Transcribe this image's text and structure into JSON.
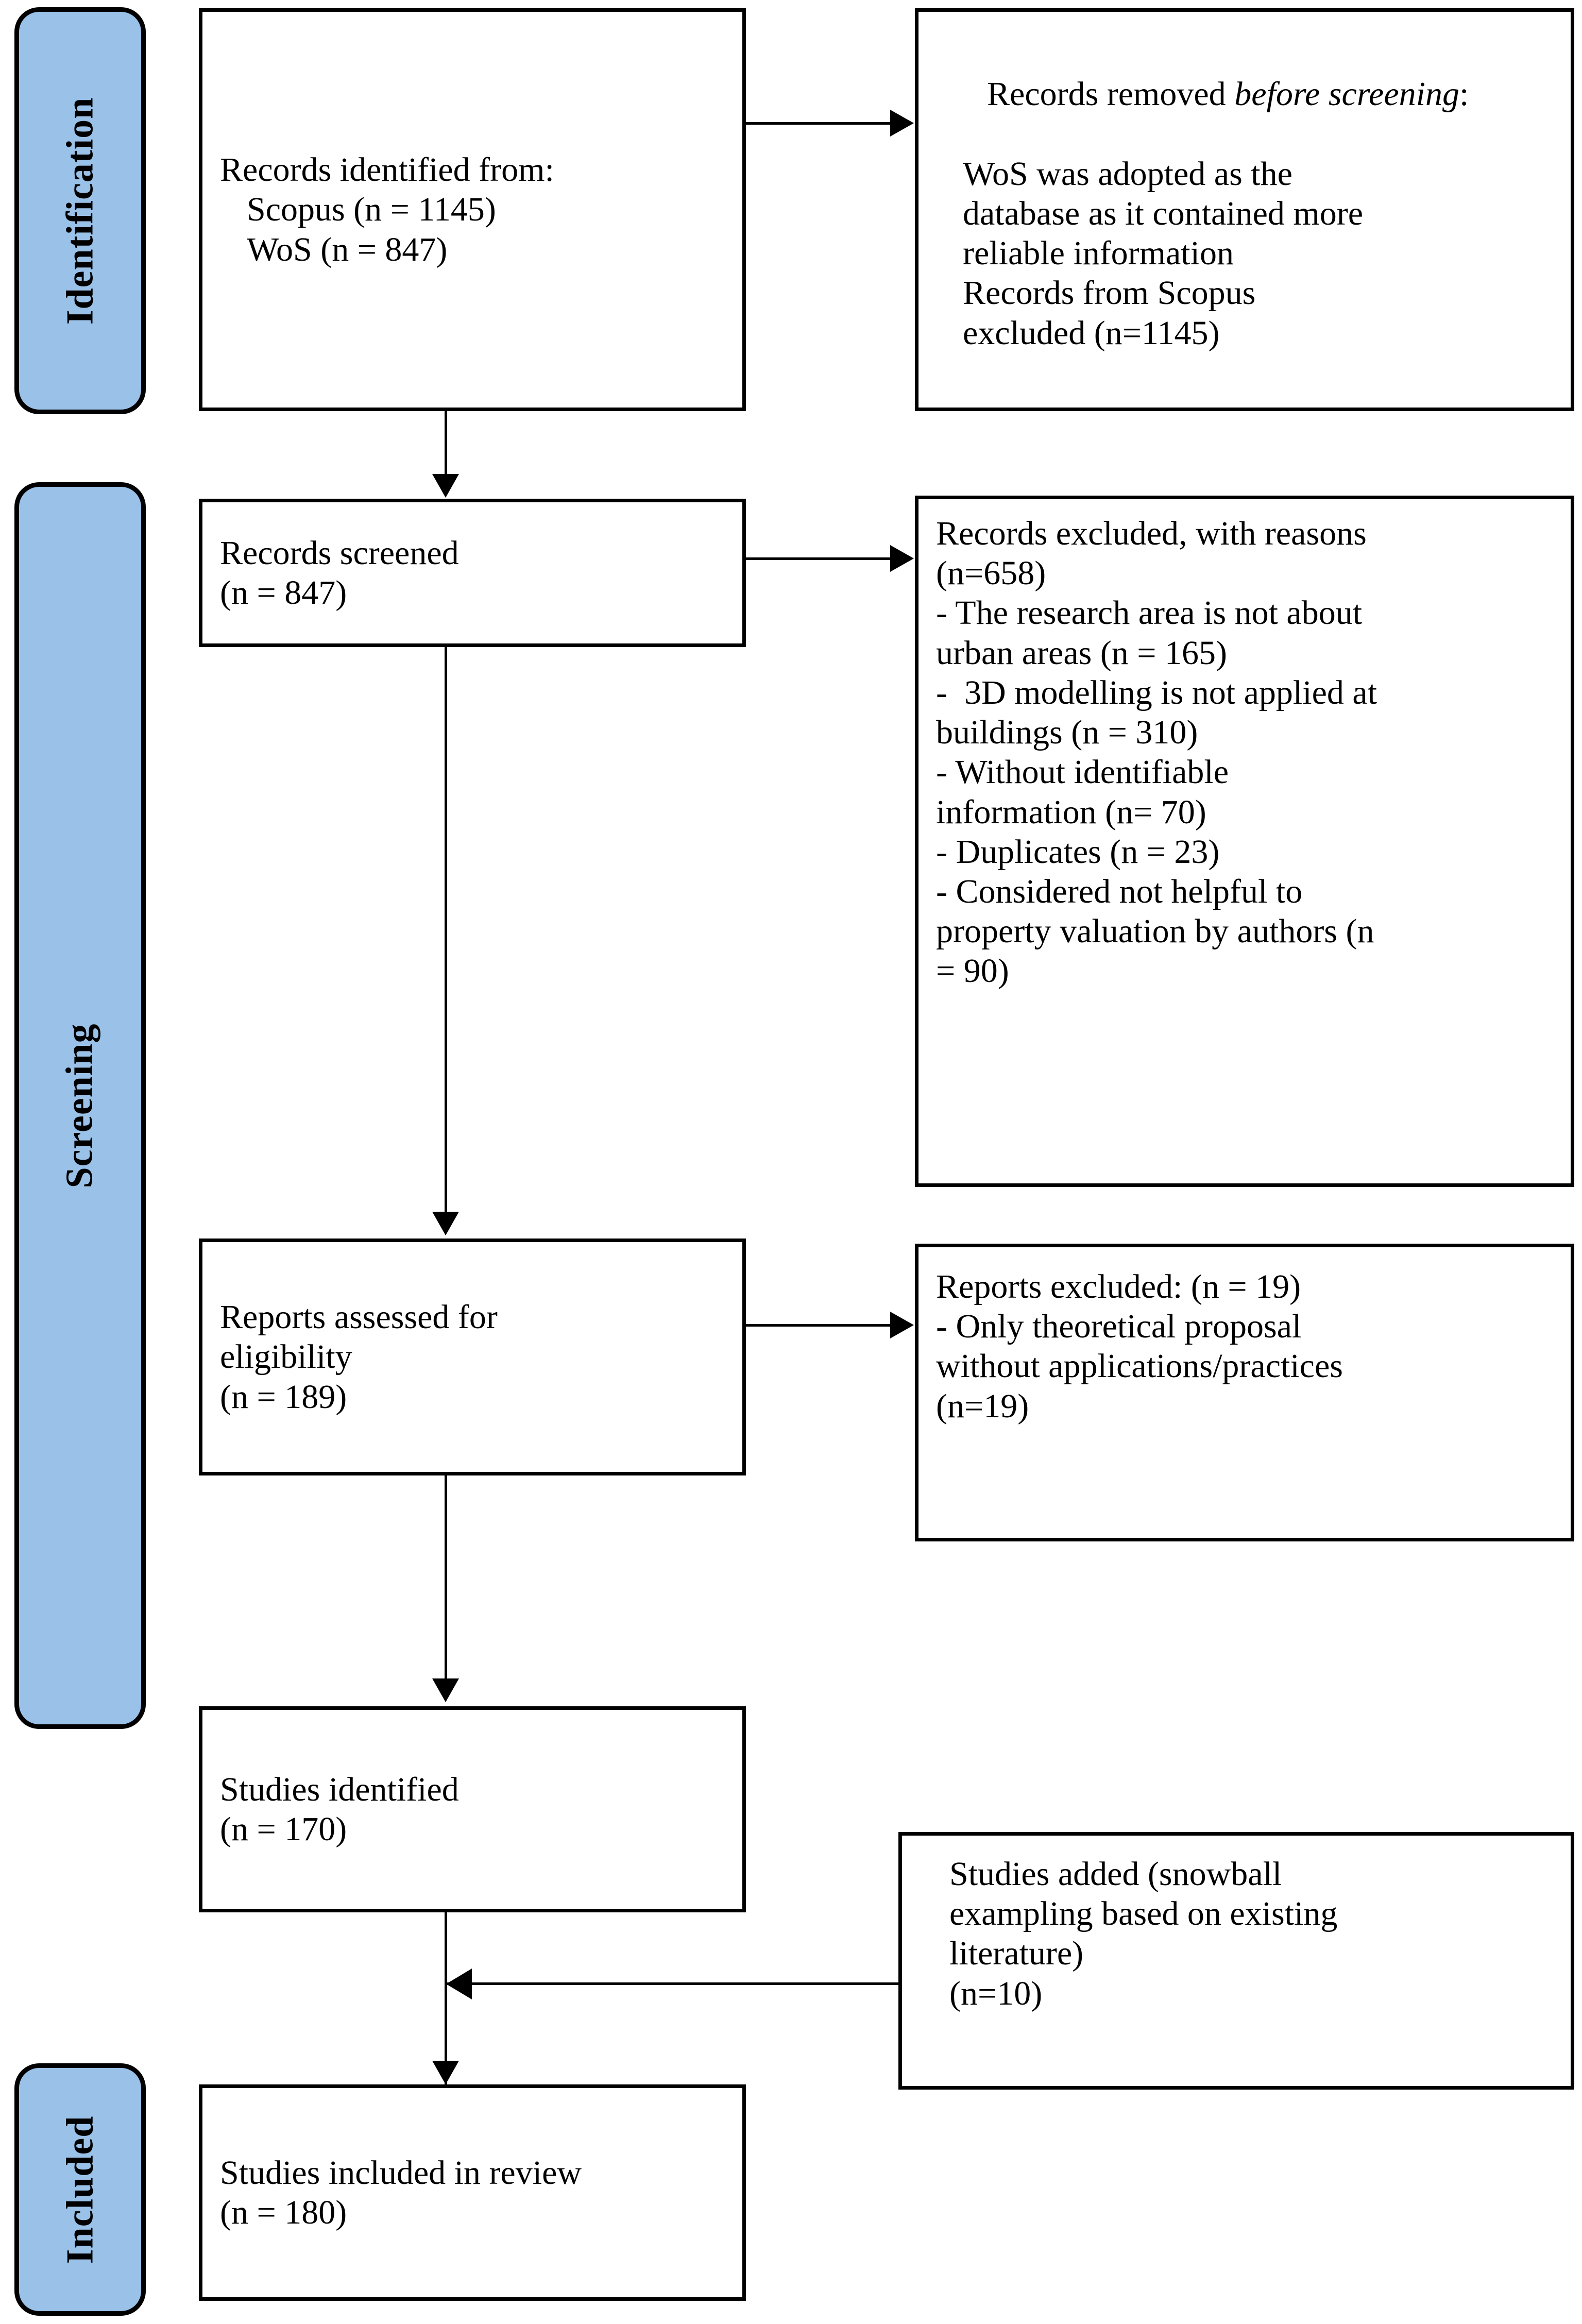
{
  "diagram": {
    "title": "PRISMA flow diagram",
    "accent_blue": "#9AC1E8",
    "line_color": "#000000",
    "background": "#ffffff"
  },
  "stages": [
    {
      "id": "identification",
      "label": "Identification"
    },
    {
      "id": "screening",
      "label": "Screening"
    },
    {
      "id": "included",
      "label": "Included"
    }
  ],
  "boxes": {
    "records_identified": {
      "lines": [
        "Records identified from:",
        "Scopus (n = 1145)",
        "WoS (n = 847)"
      ]
    },
    "records_removed": {
      "line1_prefix": "Records removed ",
      "line1_italic": "before screening",
      "line1_suffix": ":",
      "lines": [
        "WoS was adopted as the",
        "database as it contained more",
        "reliable information",
        "Records from Scopus",
        "excluded (n=1145)"
      ]
    },
    "records_screened": {
      "lines": [
        "Records screened",
        "(n = 847)"
      ]
    },
    "records_excluded": {
      "lines": [
        "Records excluded, with reasons",
        "(n=658)",
        "- The research area is not about",
        "urban areas (n = 165)",
        "-  3D modelling is not applied at",
        "buildings (n = 310)",
        "- Without identifiable",
        "information (n= 70)",
        "- Duplicates (n = 23)",
        "- Considered not helpful to",
        "property valuation by authors (n",
        "= 90)"
      ]
    },
    "reports_assessed": {
      "lines": [
        "Reports assessed for",
        "eligibility",
        "(n = 189)"
      ]
    },
    "reports_excluded": {
      "lines": [
        "Reports excluded: (n = 19)",
        "- Only theoretical proposal",
        "without applications/practices",
        "(n=19)"
      ]
    },
    "studies_identified": {
      "lines": [
        "Studies identified",
        "(n = 170)"
      ]
    },
    "studies_added": {
      "lines": [
        "Studies added (snowball",
        "exampling based on existing",
        "literature)",
        "(n=10)"
      ]
    },
    "studies_included": {
      "lines": [
        "Studies included in review",
        "(n = 180)"
      ]
    }
  },
  "counts": {
    "scopus_identified": 1145,
    "wos_identified": 847,
    "scopus_excluded_before_screening": 1145,
    "records_screened": 847,
    "records_excluded_total": 658,
    "excluded_not_urban": 165,
    "excluded_no_3d_buildings": 310,
    "excluded_no_identifiable_info": 70,
    "excluded_duplicates": 23,
    "excluded_not_helpful_valuation": 90,
    "reports_assessed": 189,
    "reports_excluded": 19,
    "studies_identified": 170,
    "studies_added_snowball": 10,
    "studies_included": 180
  }
}
